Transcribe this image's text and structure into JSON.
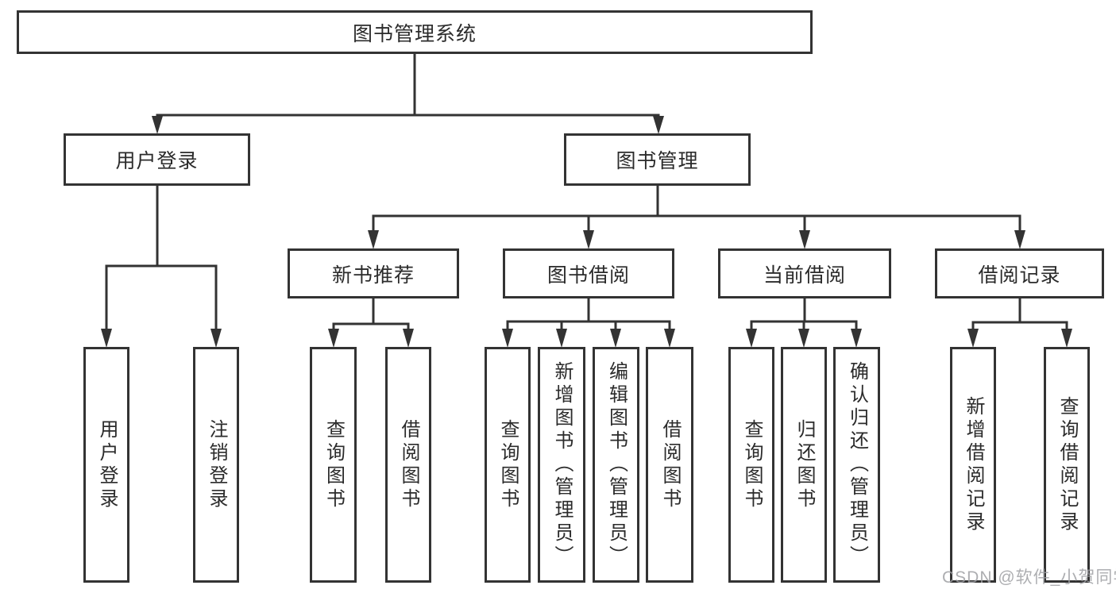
{
  "diagram": {
    "tree": {
      "label": "图书管理系统",
      "children": [
        {
          "label": "用户登录",
          "children": [
            {
              "label": "用户登录"
            },
            {
              "label": "注销登录"
            }
          ]
        },
        {
          "label": "图书管理",
          "children": [
            {
              "label": "新书推荐",
              "children": [
                {
                  "label": "查询图书"
                },
                {
                  "label": "借阅图书"
                }
              ]
            },
            {
              "label": "图书借阅",
              "children": [
                {
                  "label": "查询图书"
                },
                {
                  "label": "新增图书（管理员）"
                },
                {
                  "label": "编辑图书（管理员）"
                },
                {
                  "label": "借阅图书"
                }
              ]
            },
            {
              "label": "当前借阅",
              "children": [
                {
                  "label": "查询图书"
                },
                {
                  "label": "归还图书"
                },
                {
                  "label": "确认归还（管理员）"
                }
              ]
            },
            {
              "label": "借阅记录",
              "children": [
                {
                  "label": "新增借阅记录"
                },
                {
                  "label": "查询借阅记录"
                }
              ]
            }
          ]
        }
      ]
    },
    "watermark": "CSDN @软件_小贺同学",
    "colors": {
      "line": "#333333",
      "node_border": "#333333",
      "text": "#2b2b2b",
      "watermark": "#9fa0a4",
      "background": "#ffffff"
    }
  }
}
